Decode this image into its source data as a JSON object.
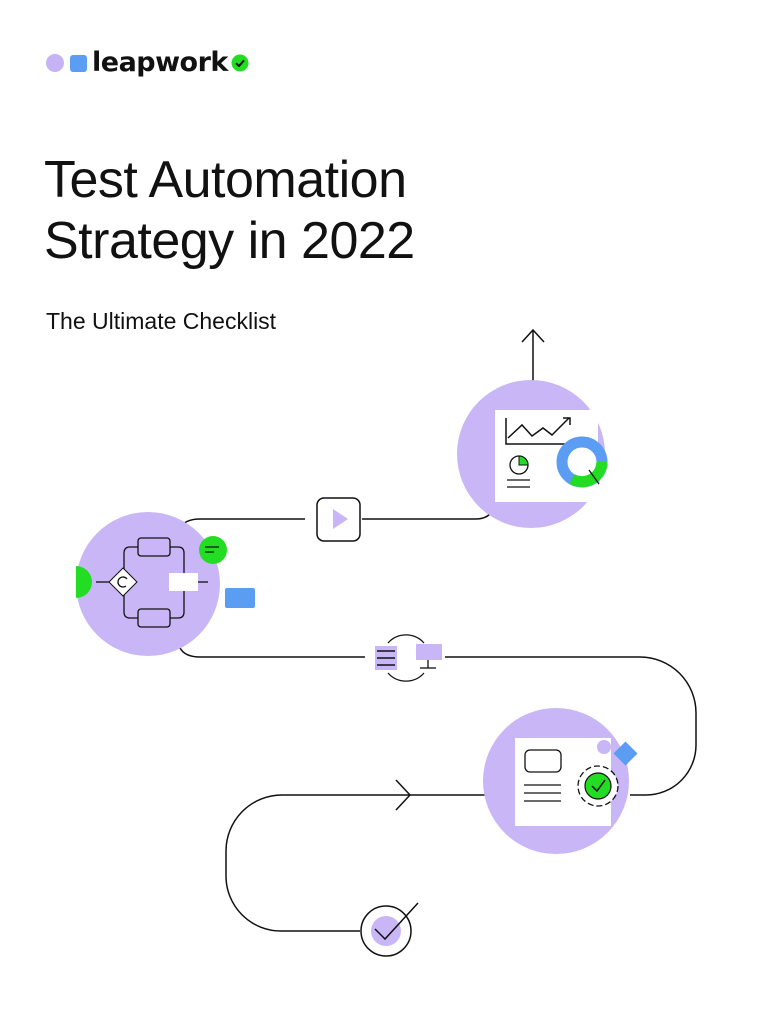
{
  "brand": {
    "name": "leapwork"
  },
  "cover": {
    "title_line1": "Test Automation",
    "title_line2": "Strategy in 2022",
    "subtitle": "The Ultimate Checklist"
  },
  "colors": {
    "lavender": "#c9b6f7",
    "green": "#22dd22",
    "blue": "#5b9df2",
    "ink": "#111111"
  }
}
